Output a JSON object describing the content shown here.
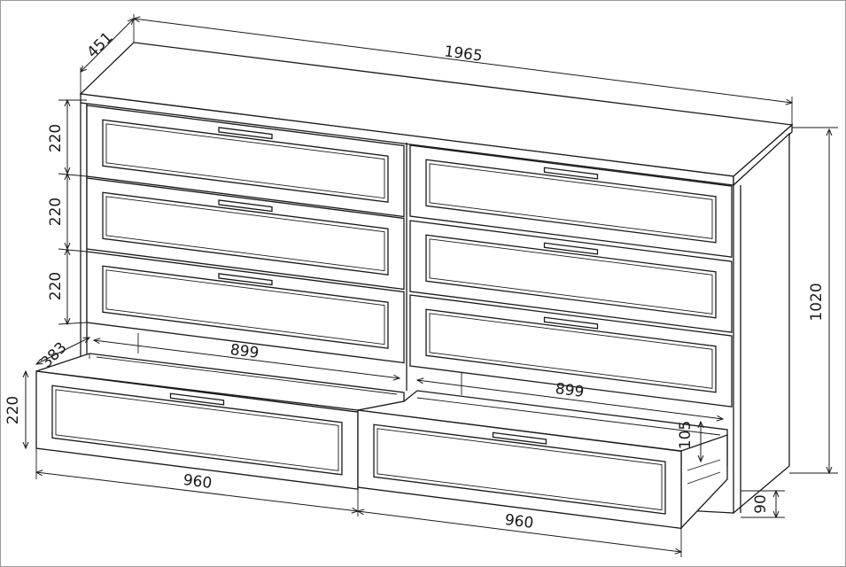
{
  "title": "Chest of drawers dimension drawing",
  "dimensions": {
    "depth": "451",
    "width": "1965",
    "drawer_height_1": "220",
    "drawer_height_2": "220",
    "drawer_height_3": "220",
    "height": "1020",
    "drawer_depth": "383",
    "inner_width_left": "899",
    "inner_width_right": "899",
    "open_drawer_height": "220",
    "front_width_left": "960",
    "front_width_right": "960",
    "side_height": "105",
    "leg_height": "90"
  }
}
